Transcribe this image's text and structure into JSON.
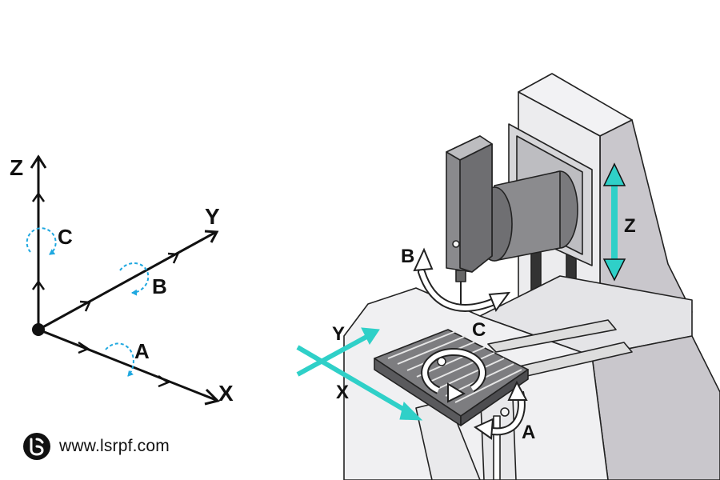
{
  "axes_diagram": {
    "z_label": "Z",
    "y_label": "Y",
    "x_label": "X",
    "c_label": "C",
    "b_label": "B",
    "a_label": "A"
  },
  "machine_diagram": {
    "z_label": "Z",
    "y_label": "Y",
    "x_label": "X",
    "b_label": "B",
    "c_label": "C",
    "a_label": "A"
  },
  "brand": {
    "url": "www.lsrpf.com",
    "logo_icon": "lsrpf-logo-icon"
  },
  "colors": {
    "accent": "#2fd0c8",
    "rotation": "#1fa8e0",
    "machine_light": "#e9e9ec",
    "machine_mid": "#c9c7cc",
    "machine_dark": "#6f6f72"
  }
}
